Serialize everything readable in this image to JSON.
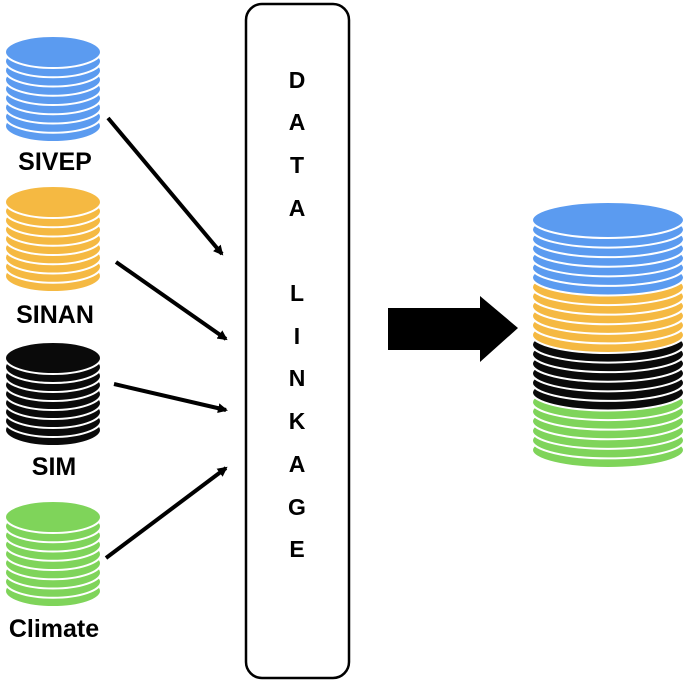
{
  "sources": [
    {
      "label": "SIVEP",
      "color": "#5b9bf0",
      "icon": "database-stack-icon"
    },
    {
      "label": "SINAN",
      "color": "#f5b942",
      "icon": "database-stack-icon"
    },
    {
      "label": "SIM",
      "color": "#0a0a0a",
      "icon": "database-stack-icon"
    },
    {
      "label": "Climate",
      "color": "#7fd45a",
      "icon": "database-stack-icon"
    }
  ],
  "linkage": {
    "letters": [
      "D",
      "A",
      "T",
      "A",
      "L",
      "I",
      "N",
      "K",
      "A",
      "G",
      "E"
    ]
  },
  "output": {
    "icon": "merged-database-stack-icon",
    "segments": [
      {
        "source": "SIVEP",
        "color": "#5b9bf0"
      },
      {
        "source": "SINAN",
        "color": "#f5b942"
      },
      {
        "source": "SIM",
        "color": "#0a0a0a"
      },
      {
        "source": "Climate",
        "color": "#7fd45a"
      }
    ]
  },
  "colors": {
    "stroke": "#ffffff",
    "arrow": "#000000",
    "box_border": "#000000"
  }
}
